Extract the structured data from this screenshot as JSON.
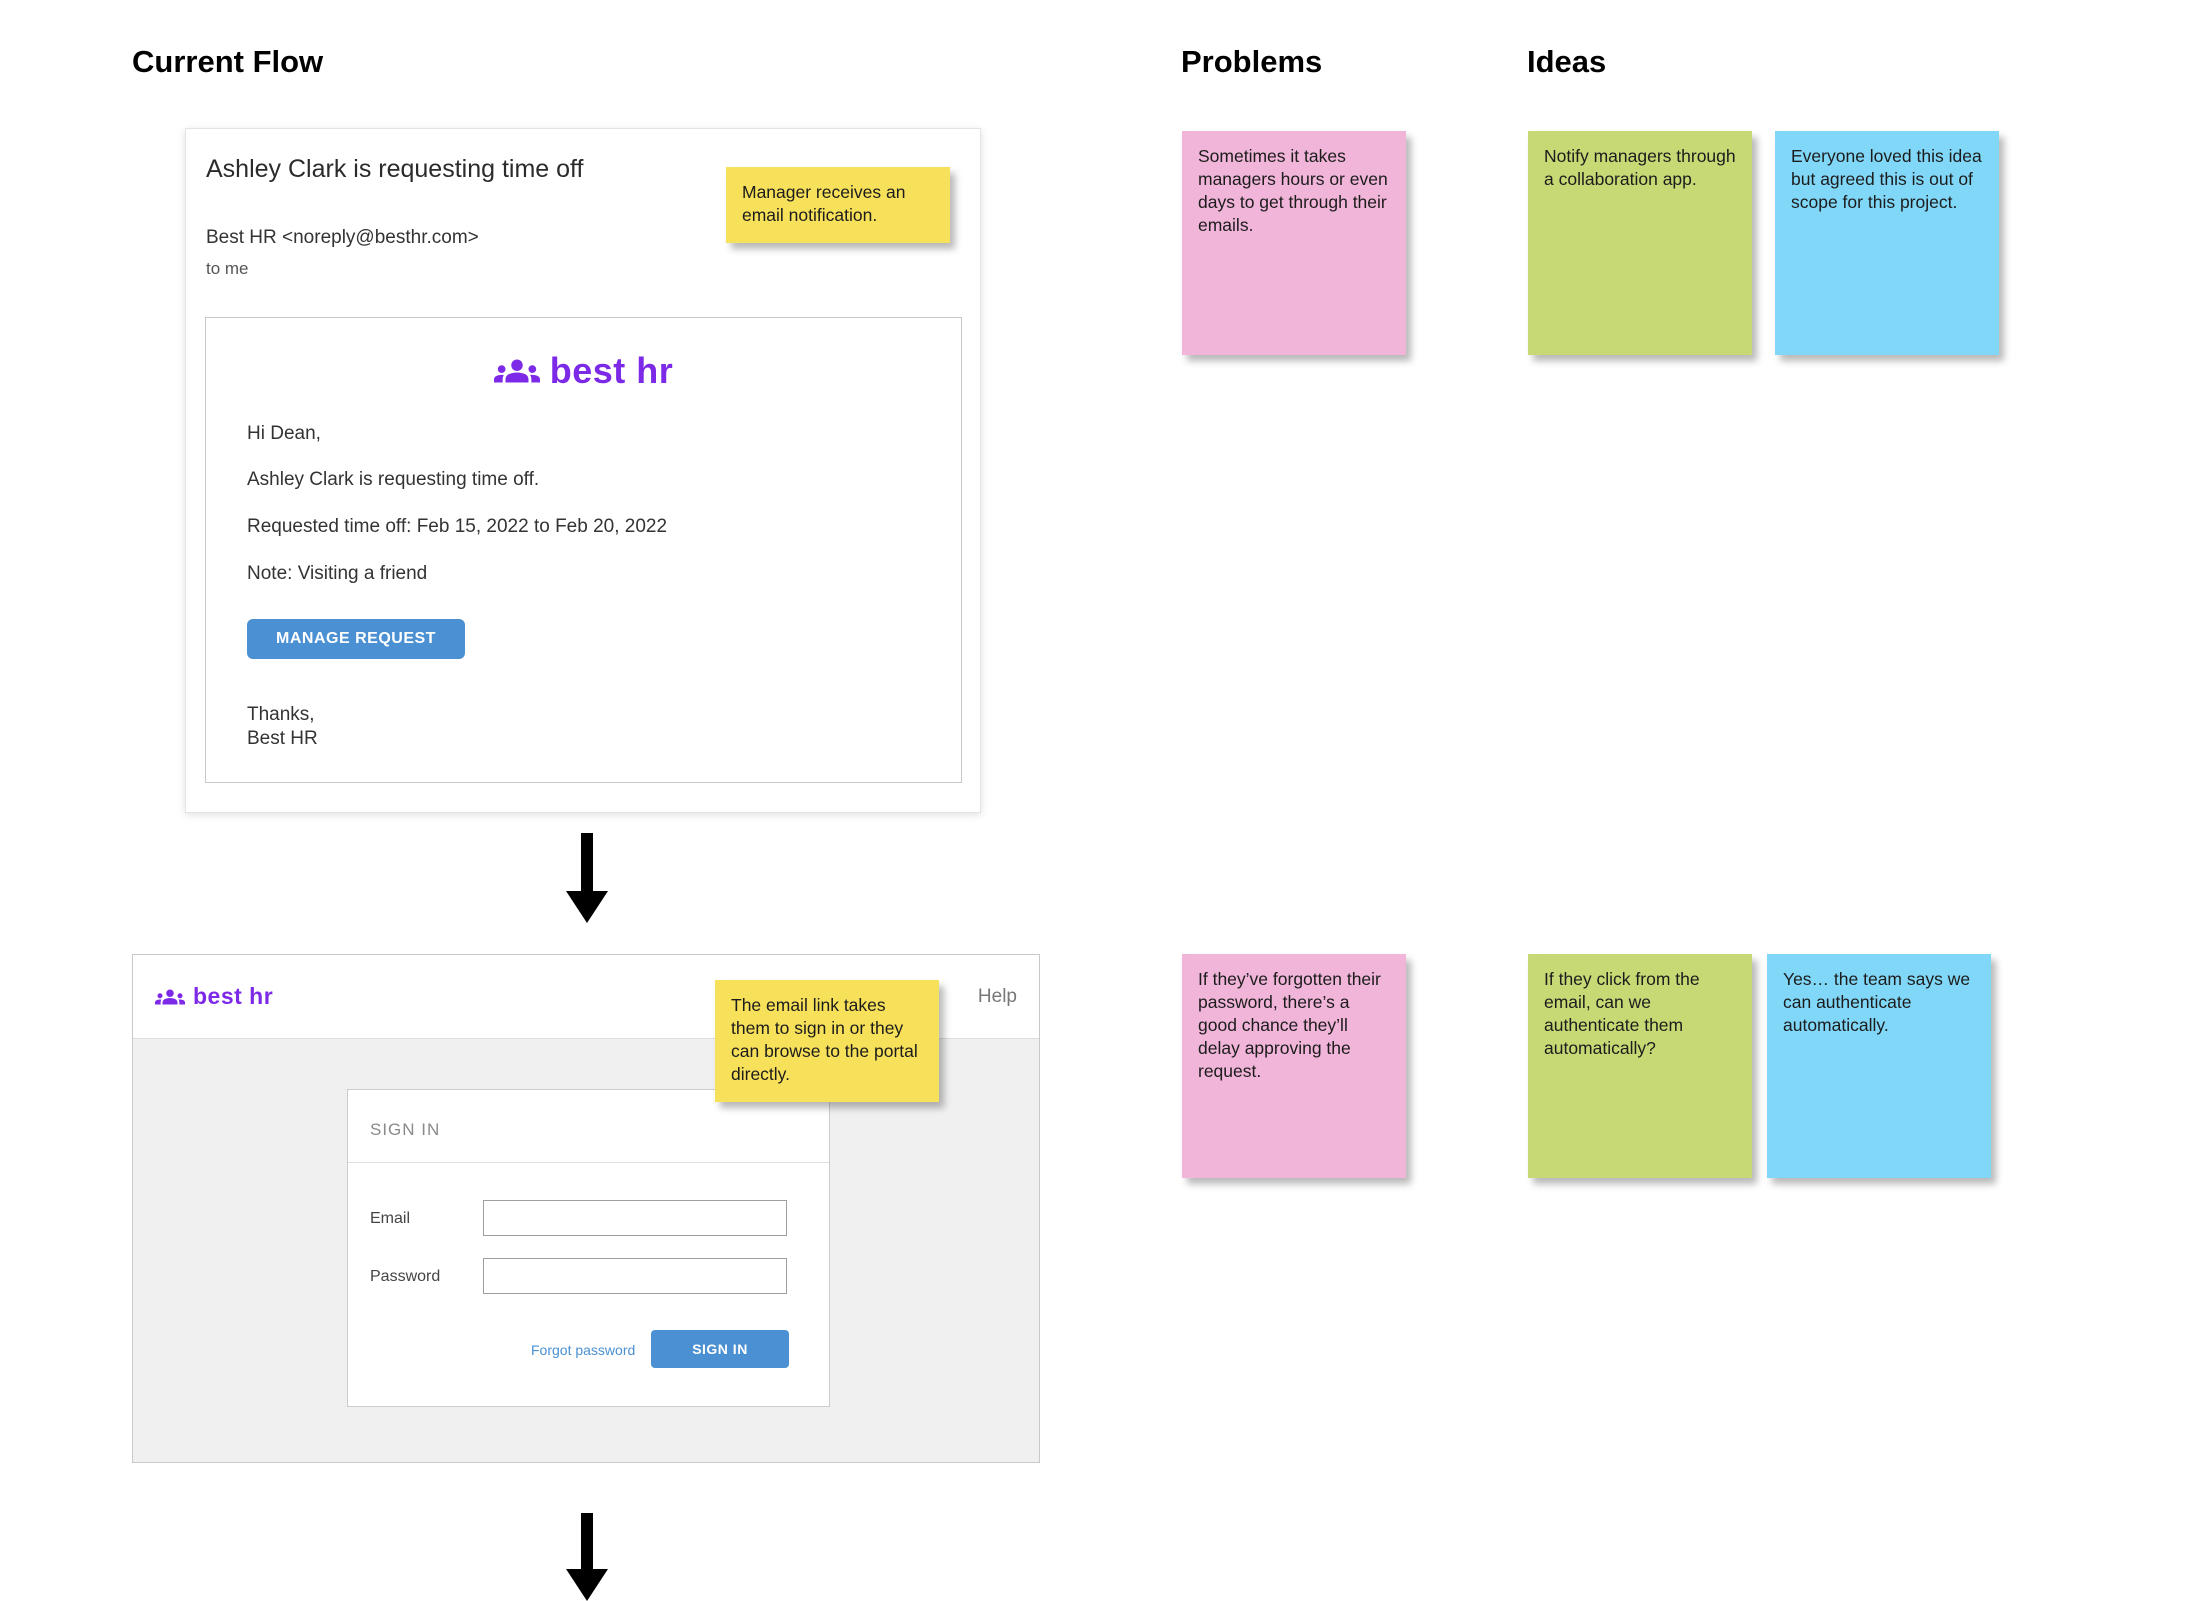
{
  "headings": {
    "current_flow": "Current Flow",
    "problems": "Problems",
    "ideas": "Ideas"
  },
  "email_card": {
    "subject": "Ashley Clark is requesting time off",
    "from": "Best HR <noreply@besthr.com>",
    "to": "to me",
    "brand": "best hr",
    "greeting": "Hi Dean,",
    "line1": "Ashley Clark is requesting time off.",
    "line2": "Requested time off: Feb 15, 2022 to Feb 20, 2022",
    "line3": "Note: Visiting a friend",
    "manage_button": "MANAGE REQUEST",
    "closing1": "Thanks,",
    "closing2": "Best HR"
  },
  "portal_card": {
    "brand": "best hr",
    "help": "Help",
    "signin_title": "SIGN IN",
    "email_label": "Email",
    "password_label": "Password",
    "forgot_link": "Forgot password",
    "signin_button": "SIGN IN"
  },
  "stickies": {
    "note_email": "Manager receives an email notification.",
    "note_portal": "The email link takes them to sign in or they can browse to the portal directly.",
    "problem1": "Sometimes it takes managers hours or even days to get through their emails.",
    "problem2": "If they’ve forgotten their password, there’s a good chance they’ll delay approving the request.",
    "idea1": "Notify managers through a collaboration app.",
    "idea1_followup": "Everyone loved this idea but agreed this is out of scope for this project.",
    "idea2": "If they click from the email, can we authenticate them automatically?",
    "idea2_followup": "Yes… the team says we can authenticate automatically."
  },
  "colors": {
    "brand_purple": "#7d2ae8",
    "button_blue": "#4a90d2",
    "sticky_yellow": "#f8e15a",
    "sticky_pink": "#f0b5d8",
    "sticky_green": "#c7d975",
    "sticky_blue": "#80d7f8"
  }
}
